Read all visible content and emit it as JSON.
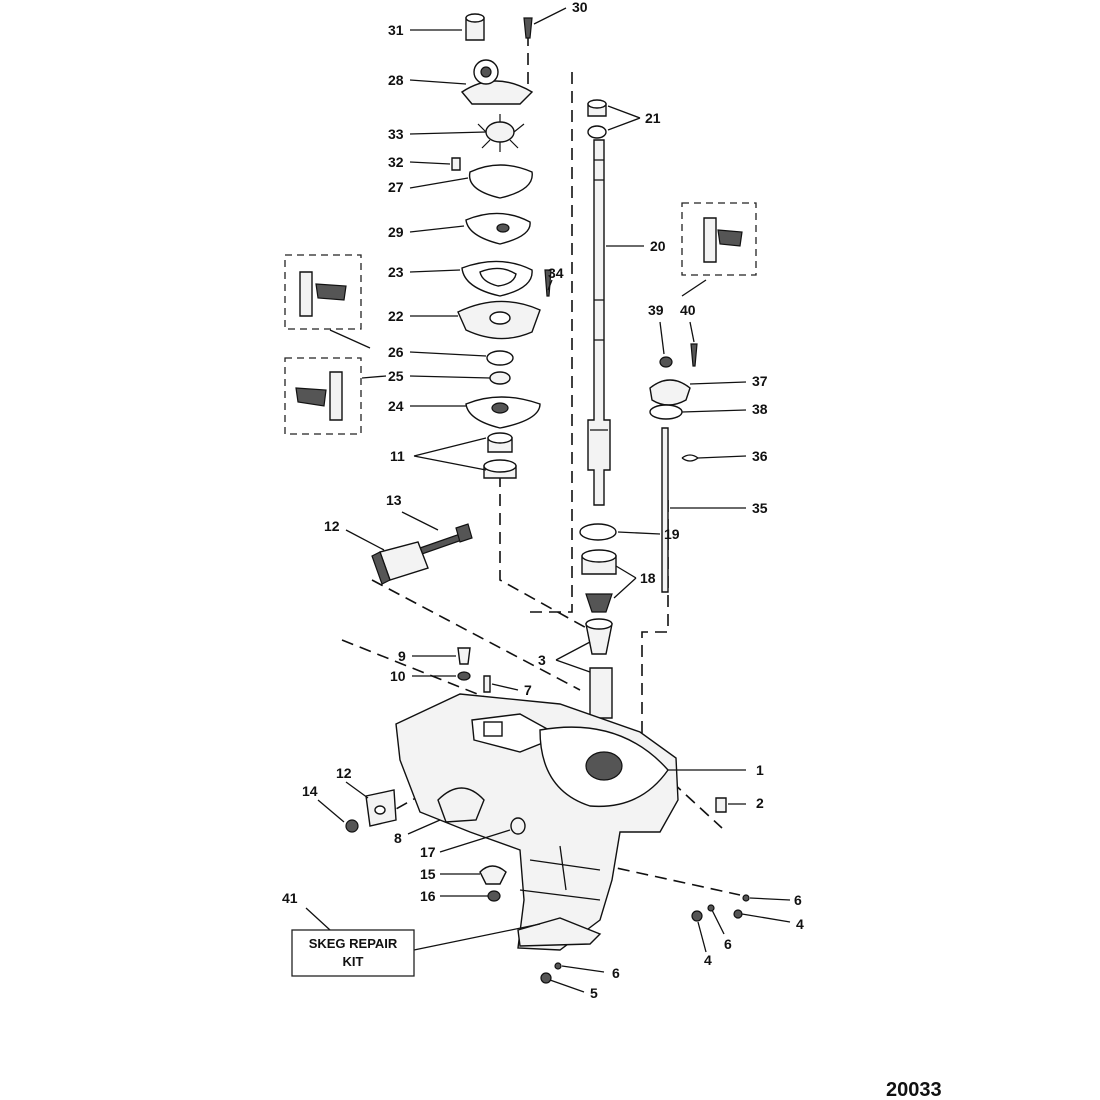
{
  "diagram_id": "20033",
  "kit": {
    "line1": "SKEG REPAIR",
    "line2": "KIT"
  },
  "callouts": [
    "31",
    "30",
    "28",
    "21",
    "33",
    "32",
    "27",
    "29",
    "20",
    "34",
    "23",
    "22",
    "39",
    "40",
    "26",
    "37",
    "25",
    "38",
    "24",
    "36",
    "11",
    "35",
    "13",
    "12",
    "19",
    "18",
    "9",
    "3",
    "10",
    "7",
    "1",
    "12",
    "14",
    "2",
    "8",
    "17",
    "15",
    "16",
    "6",
    "41",
    "4",
    "6",
    "4",
    "6",
    "5"
  ],
  "colors": {
    "ink": "#111111",
    "background": "#ffffff"
  }
}
